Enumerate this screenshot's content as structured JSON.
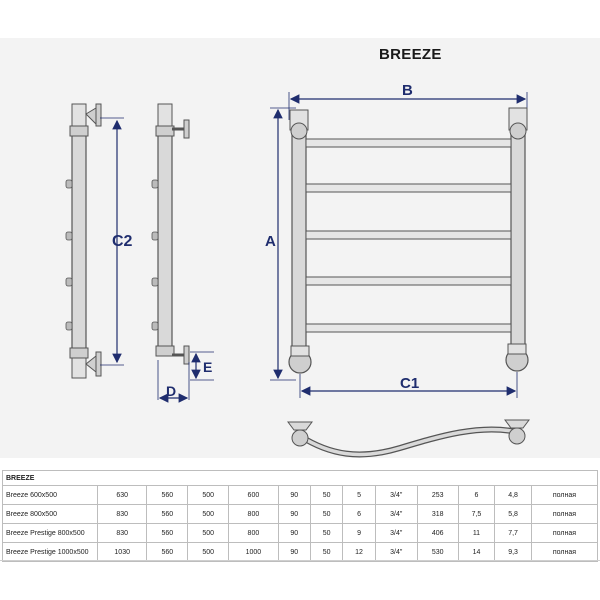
{
  "title": "BREEZE",
  "dimension_labels": {
    "A": "A",
    "B": "B",
    "C1": "C1",
    "C2": "C2",
    "D": "D",
    "E": "E"
  },
  "colors": {
    "dimension": "#1f2d6e",
    "frame": "#555555",
    "rail_fill": "#d9d9d9"
  },
  "table": {
    "header": "BREEZE",
    "rows": [
      [
        "Breeze 600x500",
        "630",
        "560",
        "500",
        "600",
        "90",
        "50",
        "5",
        "3/4\"",
        "253",
        "6",
        "4,8",
        "полная"
      ],
      [
        "Breeze 800x500",
        "830",
        "560",
        "500",
        "800",
        "90",
        "50",
        "6",
        "3/4\"",
        "318",
        "7,5",
        "5,8",
        "полная"
      ],
      [
        "Breeze Prestige 800x500",
        "830",
        "560",
        "500",
        "800",
        "90",
        "50",
        "9",
        "3/4\"",
        "406",
        "11",
        "7,7",
        "полная"
      ],
      [
        "Breeze Prestige 1000x500",
        "1030",
        "560",
        "500",
        "1000",
        "90",
        "50",
        "12",
        "3/4\"",
        "530",
        "14",
        "9,3",
        "полная"
      ]
    ]
  }
}
